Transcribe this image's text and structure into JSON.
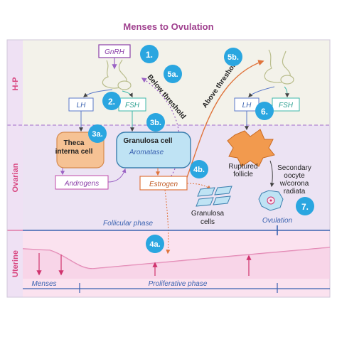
{
  "title": "Menses to Ovulation",
  "sections": {
    "hp": "H-P",
    "ovarian": "Ovarian",
    "uterine": "Uterine"
  },
  "hormones": {
    "gnrh": "GnRH",
    "lh": "LH",
    "fsh": "FSH",
    "androgens": "Androgens",
    "estrogen": "Estrogen",
    "aromatase": "Aromatase"
  },
  "cells": {
    "theca": [
      "Theca",
      "interna cell"
    ],
    "granulosa_cell": "Granulosa cell",
    "granulosa_cells": [
      "Granulosa",
      "cells"
    ],
    "ruptured_follicle": [
      "Ruptured",
      "follicle"
    ],
    "secondary_oocyte": [
      "Secondary",
      "oocyte",
      "w/corona",
      "radiata"
    ]
  },
  "feedback": {
    "below": "Below threshold",
    "above": "Above threshold"
  },
  "phases": {
    "follicular": "Follicular phase",
    "ovulation": "Ovulation",
    "menses": "Menses",
    "proliferative": "Proliferative phase"
  },
  "steps": [
    "1.",
    "2.",
    "3a.",
    "3b.",
    "4a.",
    "4b.",
    "5a.",
    "5b.",
    "6.",
    "7."
  ],
  "colors": {
    "title": "#a0418f",
    "step_badge": "#2aa6e0",
    "hp_band": "#f3f2ea",
    "ovarian_band": "#ece3f3",
    "uterine_band": "#fbe2ef",
    "label_stripe": "#efe1f4",
    "section_label": "#d8457f",
    "phase_text": "#3a62b0",
    "arrow": "#e0743c",
    "pink_arrow": "#d0336e",
    "purple_arrow": "#9b63c4",
    "theca_fill": "#f6c294",
    "granulosa_fill": "#bfe3f4",
    "follicle_fill": "#f29a4e"
  }
}
